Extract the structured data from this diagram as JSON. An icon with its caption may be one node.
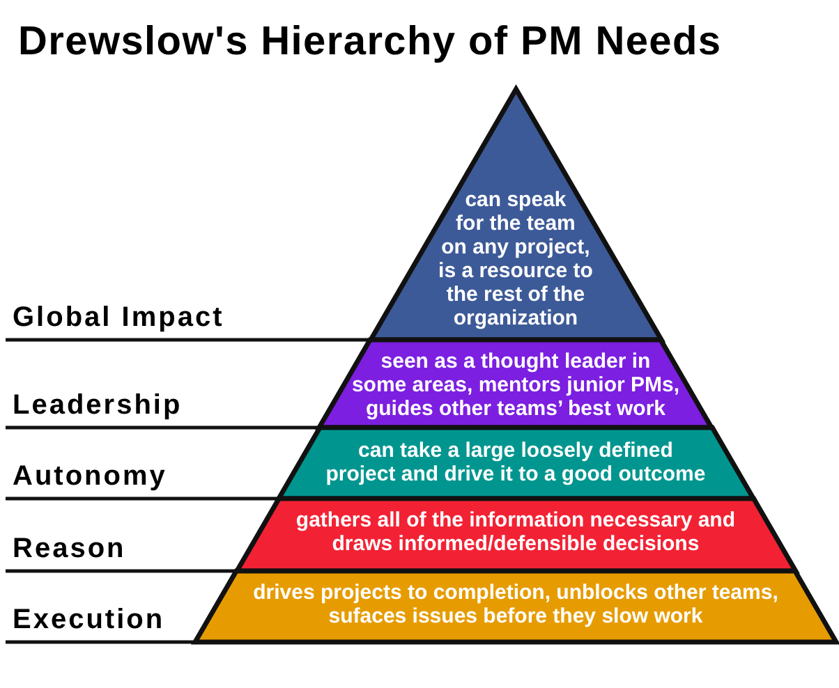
{
  "diagram": {
    "title": "Drewslow's Hierarchy of PM Needs",
    "nodes": [
      {
        "text": [
          "can speak for the team on any project, is a resource to the rest of the organization"
        ]
      },
      {
        "text": [
          "Global Impact"
        ]
      },
      {
        "text": [
          "seen as a thought leader in some areas, mentors junior PMs, guides other teams’ best work"
        ]
      },
      {
        "text": [
          "Leadership"
        ]
      },
      {
        "text": [
          "can take a large loosely defined project and drive it to a good outcome"
        ]
      },
      {
        "text": [
          "Autonomy"
        ]
      },
      {
        "text": [
          "gathers all of the information necessary and draws informed/defensible decisions"
        ]
      },
      {
        "text": [
          "Reason"
        ]
      },
      {
        "text": [
          "drives projects to completion, unblocks other teams, sufaces issues before they slow work"
        ]
      },
      {
        "text": [
          "Execution"
        ]
      }
    ],
    "edges": [
      {
        "from": 1,
        "to": 0,
        "arrow": "none"
      },
      {
        "from": 3,
        "to": 2,
        "arrow": "none"
      },
      {
        "from": 5,
        "to": 4,
        "arrow": "none"
      },
      {
        "from": 7,
        "to": 6,
        "arrow": "none"
      },
      {
        "from": 9,
        "to": 8,
        "arrow": "none"
      }
    ]
  }
}
